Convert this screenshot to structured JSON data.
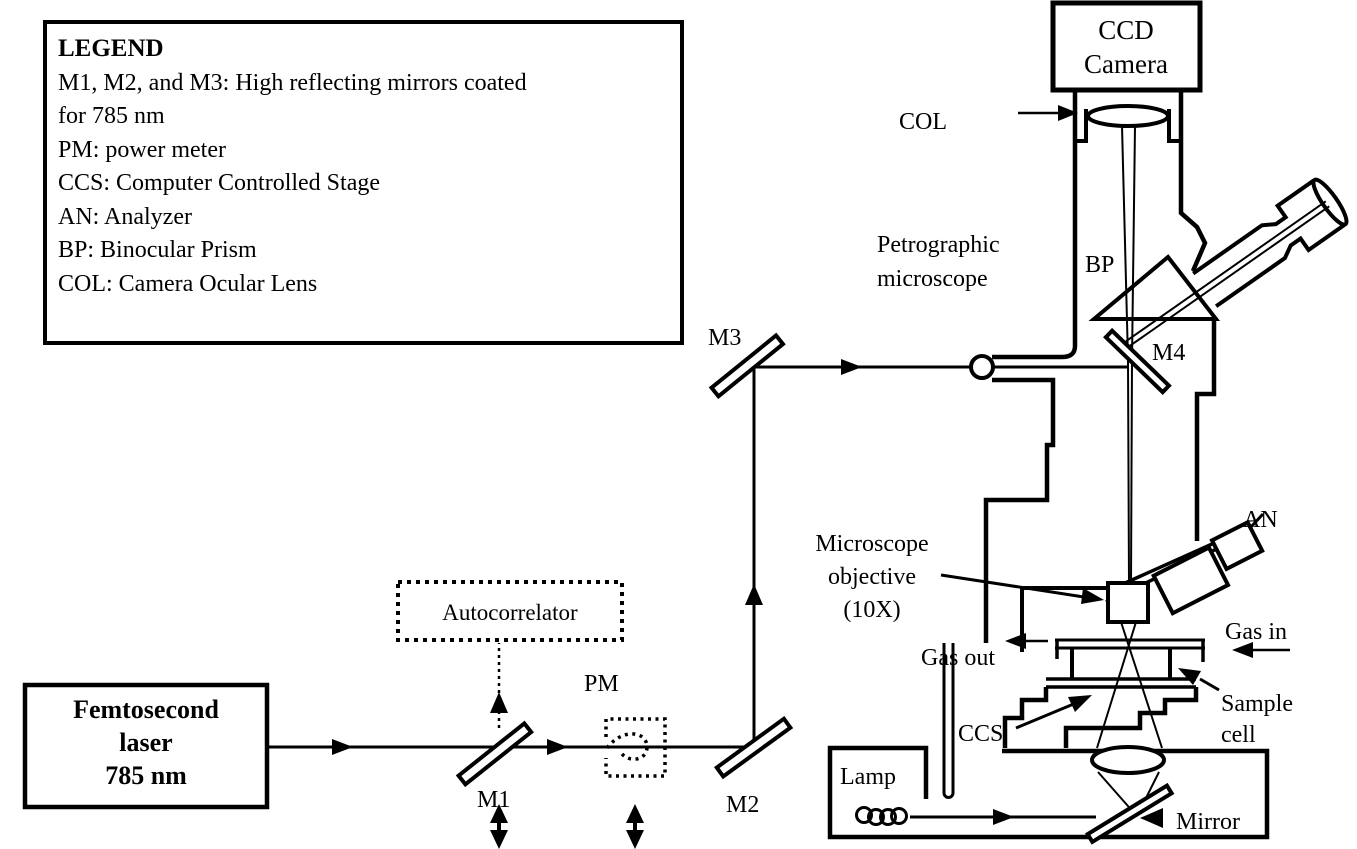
{
  "diagram": {
    "legend": {
      "title": "LEGEND",
      "lines": [
        "M1, M2, and M3: High reflecting mirrors coated",
        "for 785 nm",
        "PM: power meter",
        "CCS: Computer Controlled Stage",
        "AN: Analyzer",
        "BP: Binocular Prism",
        "COL: Camera Ocular Lens"
      ]
    },
    "laser": {
      "line1": "Femtosecond",
      "line2": "laser",
      "line3": "785 nm"
    },
    "ccd": {
      "line1": "CCD",
      "line2": "Camera"
    },
    "microscope_label": {
      "line1": "Petrographic",
      "line2": "microscope"
    },
    "objective_label": {
      "line1": "Microscope",
      "line2": "objective",
      "line3": "(10X)"
    },
    "sample_cell_label": {
      "line1": "Sample",
      "line2": "cell"
    },
    "labels": {
      "autocorrelator": "Autocorrelator",
      "pm": "PM",
      "m1": "M1",
      "m2": "M2",
      "m3": "M3",
      "m4": "M4",
      "bp": "BP",
      "col": "COL",
      "an": "AN",
      "ccs": "CCS",
      "gas_in": "Gas in",
      "gas_out": "Gas out",
      "lamp": "Lamp",
      "mirror": "Mirror"
    },
    "colors": {
      "ink": "#000000",
      "background": "#ffffff"
    }
  }
}
